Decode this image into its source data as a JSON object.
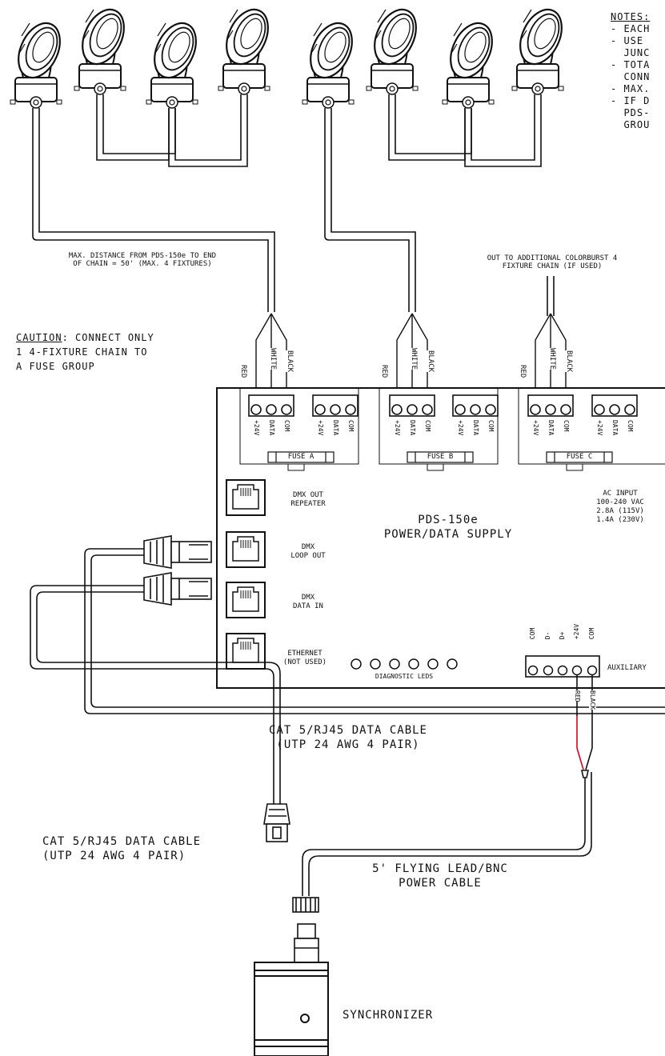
{
  "notes": {
    "title": "NOTES:",
    "lines": [
      "- EACH",
      "- USE",
      "  JUNC",
      "- TOTA",
      "  CONN",
      "- MAX.",
      "- IF D",
      "  PDS-",
      "  GROU"
    ]
  },
  "labels": {
    "max_distance_1": "MAX. DISTANCE FROM PDS-150e TO END",
    "max_distance_2": "OF CHAIN = 50' (MAX. 4 FIXTURES)",
    "out_additional_1": "OUT TO ADDITIONAL COLORBURST 4",
    "out_additional_2": "FIXTURE CHAIN (IF USED)",
    "caution_word": "CAUTION",
    "caution_rest": ": CONNECT ONLY",
    "caution_2": "1 4-FIXTURE CHAIN TO",
    "caution_3": "A FUSE GROUP",
    "wire_red": "RED",
    "wire_white": "WHITE",
    "wire_black": "BLACK"
  },
  "supply": {
    "name": "PDS-150e",
    "subtitle": "POWER/DATA SUPPLY",
    "terminals": [
      "+24V",
      "DATA",
      "COM"
    ],
    "fuses": [
      "FUSE A",
      "FUSE B",
      "FUSE C"
    ],
    "ports": {
      "dmx_out_1": "DMX OUT",
      "dmx_out_2": "REPEATER",
      "loop_1": "DMX",
      "loop_2": "LOOP OUT",
      "in_1": "DMX",
      "in_2": "DATA IN",
      "eth_1": "ETHERNET",
      "eth_2": "(NOT USED)"
    },
    "ac_input": [
      "AC INPUT",
      "100-240 VAC",
      "2.8A (115V)",
      "1.4A (230V)"
    ],
    "diagnostic_leds": "DIAGNOSTIC LEDS",
    "aux_terminals": [
      "COM",
      "D-",
      "D+",
      "+24V",
      "COM"
    ],
    "auxiliary": "AUXILIARY"
  },
  "cables": {
    "cat5_1": "CAT 5/RJ45 DATA CABLE",
    "cat5_2": "(UTP 24 AWG 4 PAIR)",
    "lead_1": "5' FLYING LEAD/BNC",
    "lead_2": "POWER CABLE"
  },
  "synchronizer": "SYNCHRONIZER",
  "colors": {
    "line": "#111111",
    "red_wire": "#e0001b"
  }
}
